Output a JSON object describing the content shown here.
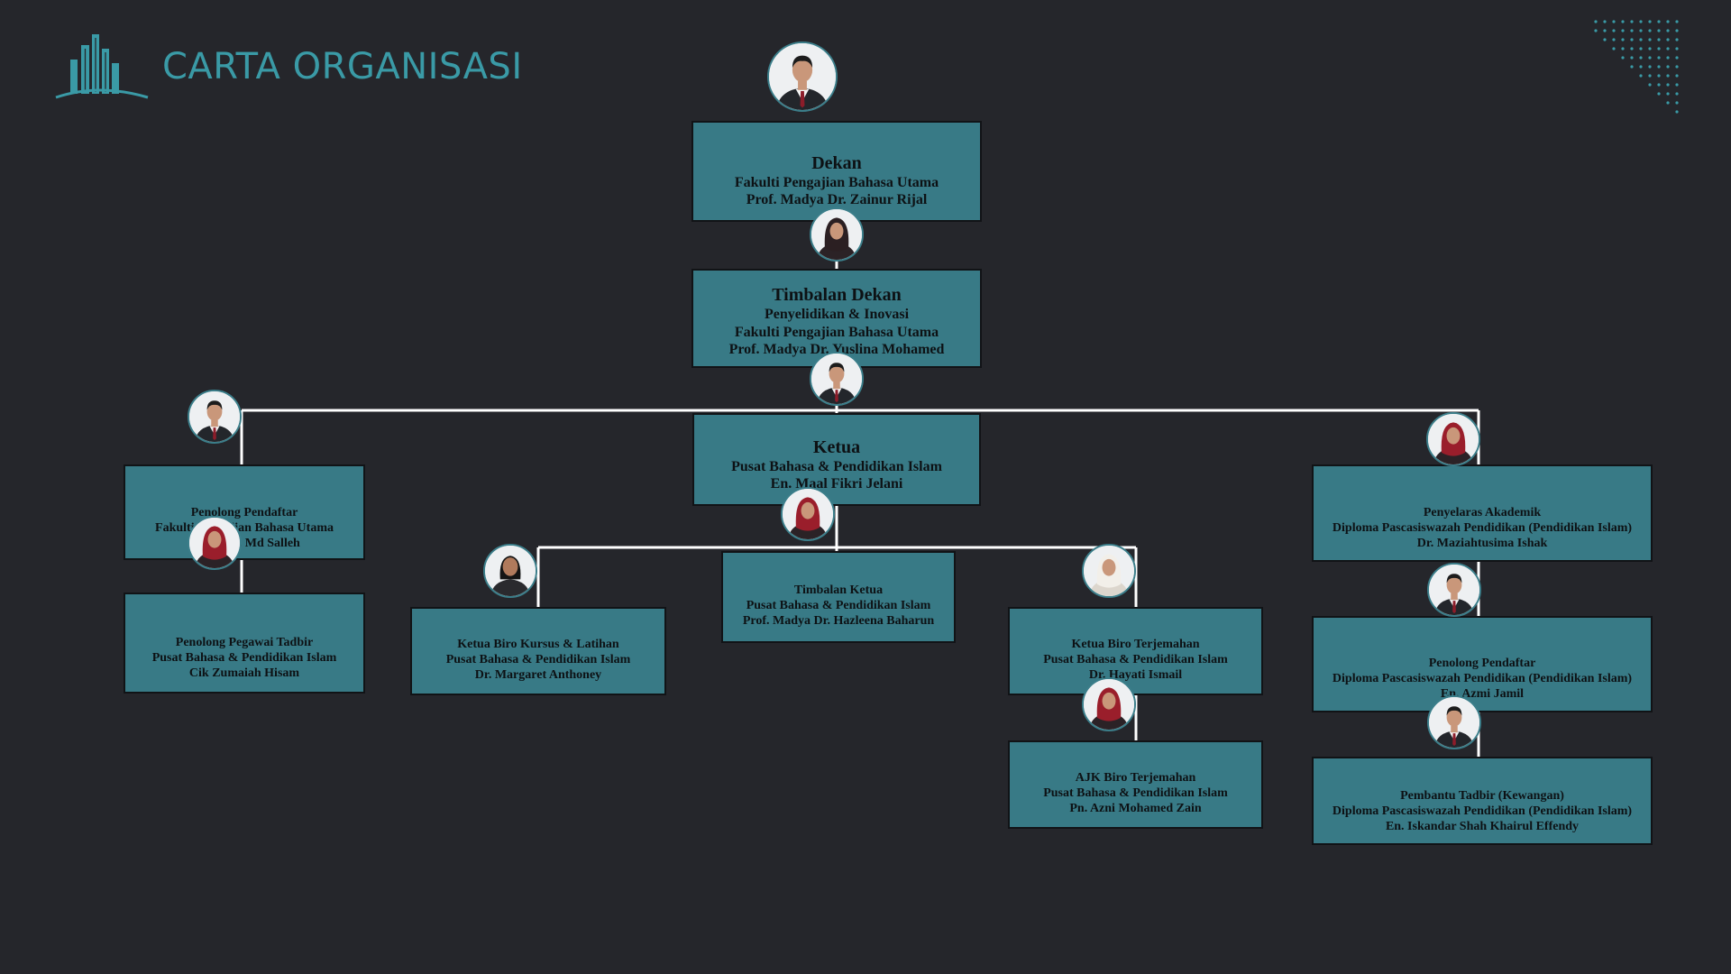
{
  "header": {
    "title": "CARTA ORGANISASI"
  },
  "colors": {
    "background": "#25262b",
    "box": "#387a86",
    "accent": "#3a9aa6",
    "line": "#ffffff"
  },
  "nodes": {
    "dekan": {
      "role": "Dekan",
      "lines": [
        "Fakulti Pengajian Bahasa Utama",
        "Prof. Madya Dr. Zainur Rijal"
      ]
    },
    "timbalan_dekan": {
      "role": "Timbalan Dekan",
      "lines": [
        "Penyelidikan & Inovasi",
        "Fakulti Pengajian Bahasa Utama",
        "Prof. Madya Dr. Yuslina Mohamed"
      ]
    },
    "ketua": {
      "role": "Ketua",
      "lines": [
        "Pusat Bahasa & Pendidikan Islam",
        "En. Maal Fikri Jelani"
      ]
    },
    "penolong_pendaftar_fpbu": {
      "lines": [
        "Penolong Pendaftar",
        "Fakulti Pengajian Bahasa Utama",
        "En. Alfaiz Md Salleh"
      ]
    },
    "penolong_pegawai_tadbir": {
      "lines": [
        "Penolong Pegawai Tadbir",
        "Pusat Bahasa & Pendidikan Islam",
        "Cik Zumaiah Hisam"
      ]
    },
    "ketua_biro_kursus": {
      "lines": [
        "Ketua Biro Kursus & Latihan",
        "Pusat Bahasa & Pendidikan Islam",
        "Dr. Margaret Anthoney"
      ]
    },
    "timbalan_ketua": {
      "lines": [
        "Timbalan Ketua",
        "Pusat Bahasa & Pendidikan Islam",
        "Prof. Madya Dr. Hazleena Baharun"
      ]
    },
    "ketua_biro_terjemahan": {
      "lines": [
        "Ketua Biro Terjemahan",
        "Pusat Bahasa & Pendidikan Islam",
        "Dr. Hayati Ismail"
      ]
    },
    "ajk_biro_terjemahan": {
      "lines": [
        "AJK Biro Terjemahan",
        "Pusat Bahasa & Pendidikan Islam",
        "Pn. Azni Mohamed Zain"
      ]
    },
    "penyelaras_akademik": {
      "lines": [
        "Penyelaras Akademik",
        "Diploma Pascasiswazah Pendidikan (Pendidikan Islam)",
        "Dr. Maziahtusima Ishak"
      ]
    },
    "penolong_pendaftar_dppi": {
      "lines": [
        "Penolong Pendaftar",
        "Diploma Pascasiswazah Pendidikan (Pendidikan Islam)",
        "En. Azmi Jamil"
      ]
    },
    "pembantu_tadbir": {
      "lines": [
        "Pembantu Tadbir (Kewangan)",
        "Diploma Pascasiswazah Pendidikan (Pendidikan Islam)",
        "En. Iskandar Shah Khairul Effendy"
      ]
    }
  }
}
